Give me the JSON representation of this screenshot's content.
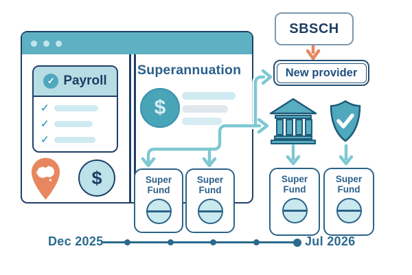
{
  "browser_window": {
    "window_controls_dots": 3,
    "payroll_panel": {
      "title": "Payroll",
      "header_icon": "check-circle-icon",
      "checklist_placeholder_rows": 3
    },
    "super_panel": {
      "title": "Superannuation",
      "icon": "dollar-circle-icon",
      "placeholder_lines": 3
    },
    "footer_icons": [
      "australia-location-pin-icon",
      "dollar-circle-icon"
    ]
  },
  "sbsch_box": {
    "label": "SBSCH"
  },
  "new_provider_box": {
    "label": "New provider"
  },
  "institution_icons": [
    "bank-icon",
    "shield-check-icon"
  ],
  "super_fund_cards": [
    {
      "label": "Super Fund",
      "icon": "minus-circle-icon"
    },
    {
      "label": "Super Fund",
      "icon": "minus-circle-icon"
    },
    {
      "label": "Super Fund",
      "icon": "minus-circle-icon"
    },
    {
      "label": "Super Fund",
      "icon": "minus-circle-icon"
    }
  ],
  "timeline": {
    "start_label": "Dec 2025",
    "end_label": "Jul 2026",
    "dot_count": 5
  },
  "colors": {
    "titlebar_teal": "#5db1c2",
    "header_light_teal": "#b6dde4",
    "icon_teal": "#4fa8bc",
    "icon_light_fill": "#bde2ea",
    "navy_text": "#1f3e63",
    "blue_text": "#2b5f8a",
    "connector_teal": "#7ec8d2",
    "coral_orange": "#e8875f",
    "timeline_blue": "#2b6a8d",
    "card_border": "#2b6387",
    "sbsch_border": "#7d98ad"
  }
}
